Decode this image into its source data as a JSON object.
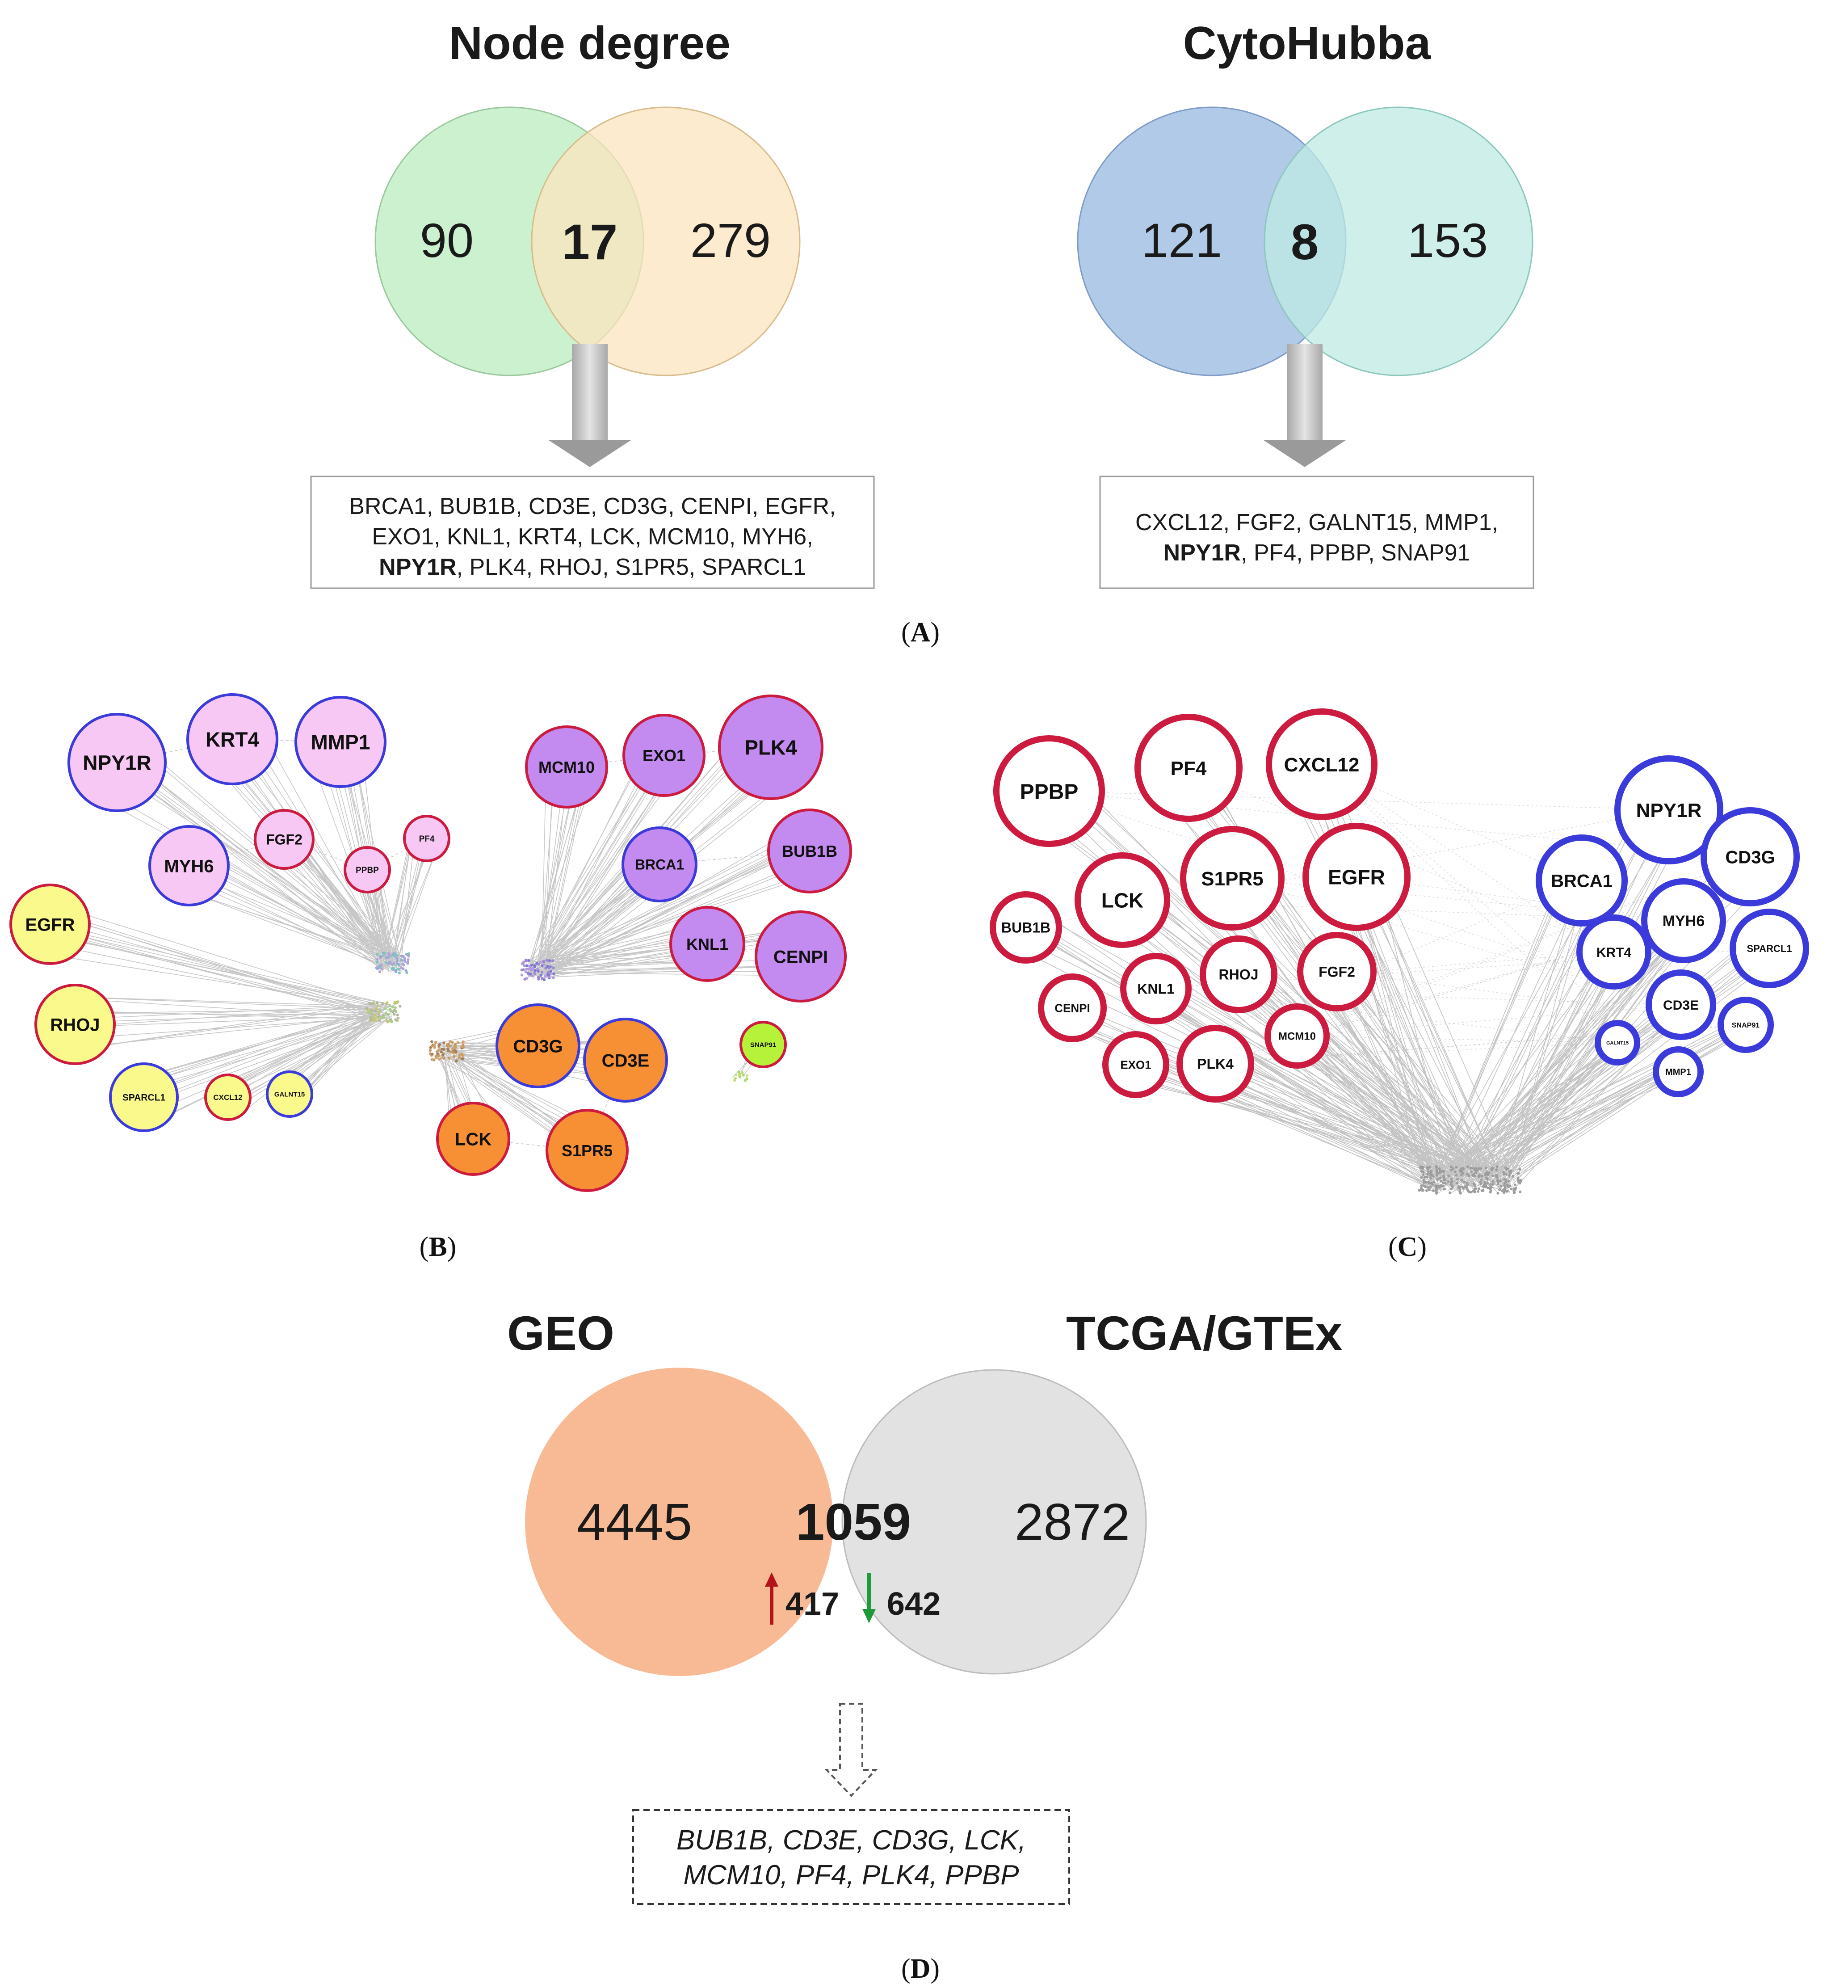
{
  "panel_a": {
    "node_degree": {
      "title": "Node degree",
      "left": "90",
      "overlap": "17",
      "right": "279",
      "left_color": "#c6efc9",
      "right_color": "#fbe4bd",
      "genes_line1": "BRCA1, BUB1B, CD3E, CD3G, CENPI, EGFR,",
      "genes_line2": "EXO1, KNL1, KRT4, LCK, MCM10, MYH6,",
      "genes_line3_bold": "NPY1R",
      "genes_line3_rest": ", PLK4, RHOJ, S1PR5, SPARCL1"
    },
    "cytohubba": {
      "title": "CytoHubba",
      "left": "121",
      "overlap": "8",
      "right": "153",
      "left_color": "#a9c4e6",
      "right_color": "#bfeae3",
      "genes_line1": "CXCL12, FGF2, GALNT15, MMP1,",
      "genes_line2_bold": "NPY1R",
      "genes_line2_rest": ", PF4, PPBP, SNAP91"
    },
    "label": "(A)"
  },
  "panel_b": {
    "label": "(B)",
    "nodes": [
      {
        "name": "NPY1R",
        "fill": "#f7c8f3",
        "stroke": "#3b3bdc"
      },
      {
        "name": "KRT4",
        "fill": "#f7c8f3",
        "stroke": "#3b3bdc"
      },
      {
        "name": "MMP1",
        "fill": "#f7c8f3",
        "stroke": "#3b3bdc"
      },
      {
        "name": "MYH6",
        "fill": "#f7c8f3",
        "stroke": "#3b3bdc"
      },
      {
        "name": "FGF2",
        "fill": "#f7c8f3",
        "stroke": "#cc1b3f"
      },
      {
        "name": "PPBP",
        "fill": "#f7c8f3",
        "stroke": "#cc1b3f"
      },
      {
        "name": "PF4",
        "fill": "#f7c8f3",
        "stroke": "#cc1b3f"
      },
      {
        "name": "EGFR",
        "fill": "#fafa8c",
        "stroke": "#cc1b3f"
      },
      {
        "name": "RHOJ",
        "fill": "#fafa8c",
        "stroke": "#cc1b3f"
      },
      {
        "name": "SPARCL1",
        "fill": "#fafa8c",
        "stroke": "#3b3bdc"
      },
      {
        "name": "CXCL12",
        "fill": "#fafa8c",
        "stroke": "#cc1b3f"
      },
      {
        "name": "GALNT15",
        "fill": "#fafa8c",
        "stroke": "#3b3bdc"
      },
      {
        "name": "MCM10",
        "fill": "#c38af0",
        "stroke": "#cc1b3f"
      },
      {
        "name": "EXO1",
        "fill": "#c38af0",
        "stroke": "#cc1b3f"
      },
      {
        "name": "PLK4",
        "fill": "#c38af0",
        "stroke": "#cc1b3f"
      },
      {
        "name": "BRCA1",
        "fill": "#c38af0",
        "stroke": "#3b3bdc"
      },
      {
        "name": "BUB1B",
        "fill": "#c38af0",
        "stroke": "#cc1b3f"
      },
      {
        "name": "KNL1",
        "fill": "#c38af0",
        "stroke": "#cc1b3f"
      },
      {
        "name": "CENPI",
        "fill": "#c38af0",
        "stroke": "#cc1b3f"
      },
      {
        "name": "CD3G",
        "fill": "#f79035",
        "stroke": "#3b3bdc"
      },
      {
        "name": "CD3E",
        "fill": "#f79035",
        "stroke": "#3b3bdc"
      },
      {
        "name": "LCK",
        "fill": "#f79035",
        "stroke": "#cc1b3f"
      },
      {
        "name": "S1PR5",
        "fill": "#f79035",
        "stroke": "#cc1b3f"
      },
      {
        "name": "SNAP91",
        "fill": "#b7f23a",
        "stroke": "#cc1b3f"
      }
    ]
  },
  "panel_c": {
    "label": "(C)",
    "red_nodes": [
      "PPBP",
      "PF4",
      "CXCL12",
      "LCK",
      "S1PR5",
      "EGFR",
      "BUB1B",
      "KNL1",
      "RHOJ",
      "FGF2",
      "CENPI",
      "MCM10",
      "EXO1",
      "PLK4"
    ],
    "blue_nodes": [
      "NPY1R",
      "BRCA1",
      "CD3G",
      "MYH6",
      "KRT4",
      "SPARCL1",
      "CD3E",
      "SNAP91",
      "GALNT15",
      "MMP1"
    ],
    "red_color": "#cc1b3f",
    "blue_color": "#3b3bdc"
  },
  "panel_d": {
    "label": "(D)",
    "left_title": "GEO",
    "right_title": "TCGA/GTEx",
    "left": "4445",
    "overlap": "1059",
    "right": "2872",
    "up": "417",
    "down": "642",
    "left_color": "#f6b48c",
    "right_color": "#d6d6d6",
    "up_color": "#b3141c",
    "down_color": "#1e9a3c",
    "genes_line1": "BUB1B, CD3E, CD3G, LCK,",
    "genes_line2": "MCM10, PF4, PLK4, PPBP"
  }
}
